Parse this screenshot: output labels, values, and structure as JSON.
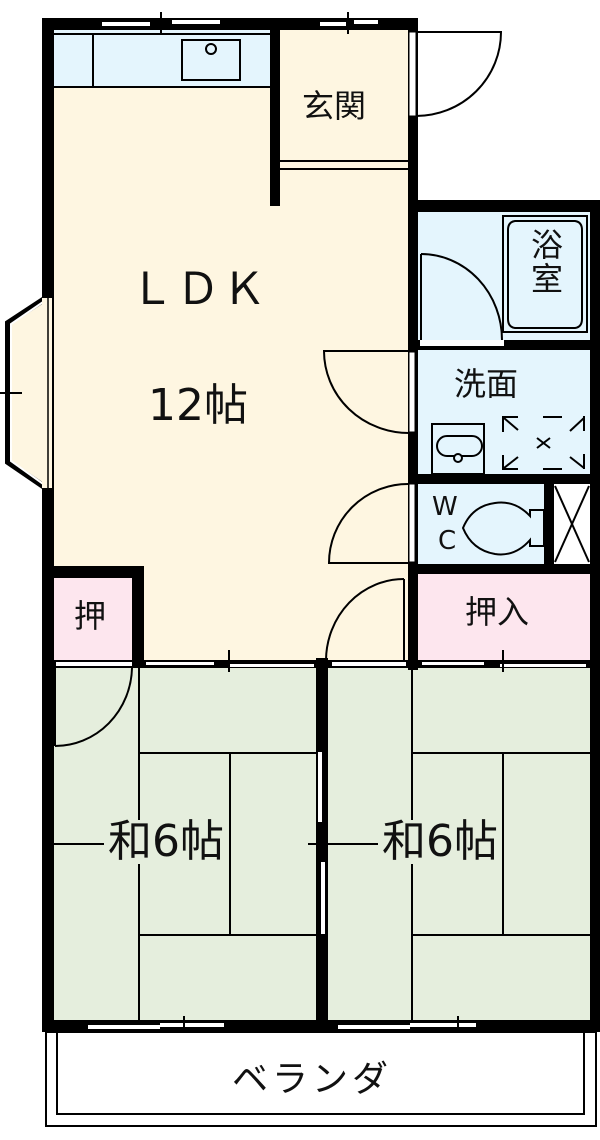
{
  "floorplan": {
    "colors": {
      "wall": "#000000",
      "ldk_floor": "#fef6e1",
      "kitchen_counter": "#e4f5fd",
      "wet_area": "#e4f5fd",
      "closet": "#fde6ee",
      "washitsu": "#e5eedd",
      "outside": "#ffffff"
    },
    "rooms": {
      "ldk": {
        "name": "ＬＤＫ",
        "size": "12帖"
      },
      "genkan": {
        "name": "玄関"
      },
      "bath": {
        "name": "浴室"
      },
      "washroom": {
        "name": "洗面"
      },
      "toilet": {
        "line1": "W",
        "line2": "C"
      },
      "closet_left": {
        "name": "押"
      },
      "closet_right": {
        "name": "押入"
      },
      "washitsu_left": {
        "name": "和6帖"
      },
      "washitsu_right": {
        "name": "和6帖"
      },
      "veranda": {
        "name": "ベランダ"
      }
    },
    "icons": [
      "kitchen-sink-icon",
      "entry-door-icon",
      "bay-window-icon",
      "bathtub-icon",
      "wash-basin-icon",
      "washing-machine-space-icon",
      "toilet-icon",
      "storage-x-icon",
      "sliding-window-icon",
      "swing-door-icon"
    ]
  }
}
